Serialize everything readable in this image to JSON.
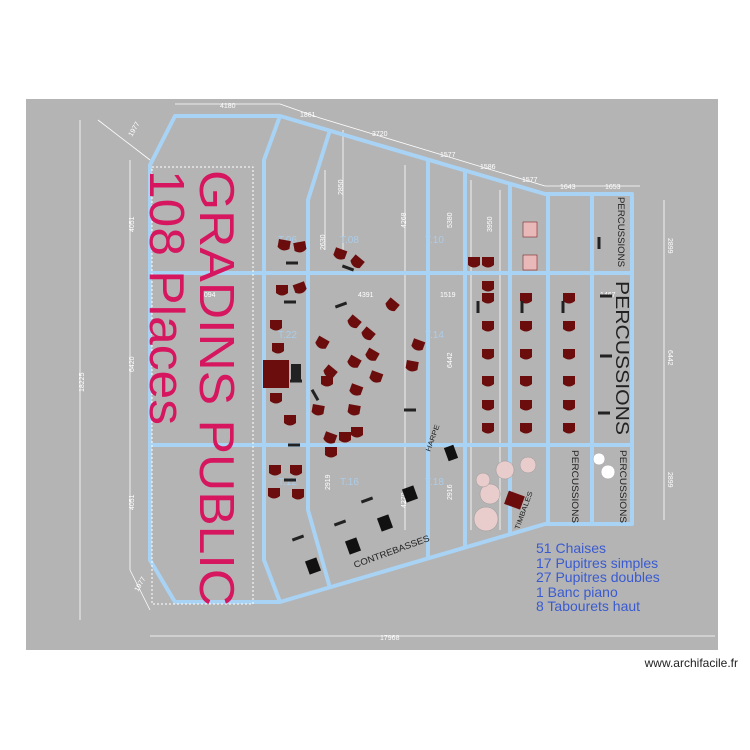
{
  "plan": {
    "background_color": "#b4b4b4",
    "wall_color": "#a9d3f5",
    "gradins_title": "GRADINS PUBLIC",
    "gradins_places": "108 Places",
    "gradins_color": "#d6165f",
    "section_labels": {
      "percussions_top": "PERCUSSIONS",
      "percussions_main": "PERCUSSIONS",
      "percussions_bottom_left": "PERCUSSIONS",
      "percussions_bottom_right": "PERCUSSIONS",
      "contrebasses": "CONTREBASSES",
      "harpe": "HARPE",
      "timbales": "TIMBALES"
    },
    "dimensions": {
      "top": [
        "4180",
        "1861",
        "3720",
        "1577",
        "1586",
        "1577",
        "1643",
        "1653"
      ],
      "inner_top": [
        "2630",
        "2850",
        "4268",
        "5380",
        "3950"
      ],
      "middle": [
        "4094",
        "4391",
        "1519",
        "1467"
      ],
      "left_total": "18225",
      "left_parts": [
        "4051",
        "6420",
        "4051"
      ],
      "left_diag": [
        "1977",
        "1977"
      ],
      "right_parts": [
        "2899",
        "6442",
        "2899"
      ],
      "bottom_total": "17968",
      "inner_mid": "6442",
      "inner_low": [
        "2919",
        "4270",
        "2916"
      ]
    }
  },
  "legend": {
    "items": [
      "51 Chaises",
      "17 Pupitres simples",
      "27 Pupitres doubles",
      "1 Banc piano",
      "8 Tabourets haut"
    ]
  },
  "watermark": "www.archifacile.fr"
}
